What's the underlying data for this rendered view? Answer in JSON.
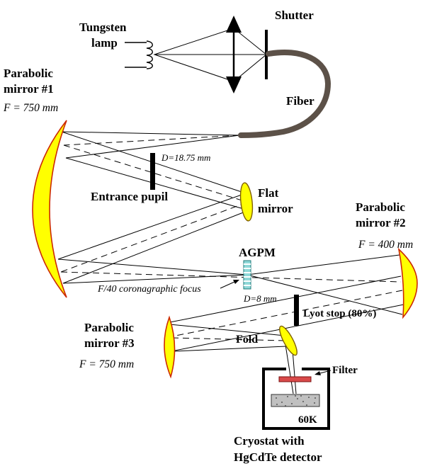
{
  "colors": {
    "mirror_fill": "#FFFF00",
    "agpm_fill": "#8FD8D8",
    "fiber": "#5C5148",
    "filter_fill": "#D94A4A",
    "detector_fill": "#C0C0C0"
  },
  "source": {
    "lamp_label_line1": "Tungsten",
    "lamp_label_line2": "lamp",
    "shutter_label": "Shutter",
    "fiber_label": "Fiber"
  },
  "mirror1": {
    "name_line1": "Parabolic",
    "name_line2": "mirror #1",
    "focal": "F = 750 mm"
  },
  "entrance_pupil": {
    "label": "Entrance pupil",
    "diameter": "D=18.75 mm"
  },
  "flat_mirror": {
    "name_line1": "Flat",
    "name_line2": "mirror"
  },
  "mirror2": {
    "name_line1": "Parabolic",
    "name_line2": "mirror #2",
    "focal": "F = 400 mm"
  },
  "agpm": {
    "label": "AGPM",
    "focus_note": "F/40 coronagraphic focus",
    "diameter": "D=8 mm"
  },
  "lyot_stop": {
    "label": "Lyot stop (80%)"
  },
  "mirror3": {
    "name_line1": "Parabolic",
    "name_line2": "mirror #3",
    "focal": "F = 750 mm"
  },
  "fold": {
    "label": "Fold"
  },
  "cryostat": {
    "filter_label": "Filter",
    "temperature": "60K",
    "caption_line1": "Cryostat with",
    "caption_line2": "HgCdTe detector"
  }
}
